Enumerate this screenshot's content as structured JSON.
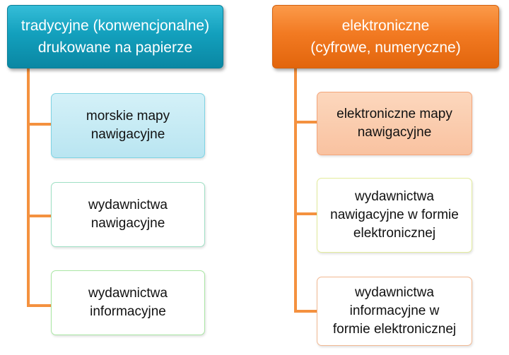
{
  "diagram": {
    "left_branch": {
      "header": {
        "line1": "tradycyjne (konwencjonalne)",
        "line2": "drukowane na papierze",
        "color": "#13a0bd"
      },
      "children": [
        {
          "line1": "morskie mapy",
          "line2": "nawigacyjne"
        },
        {
          "line1": "wydawnictwa",
          "line2": "nawigacyjne"
        },
        {
          "line1": "wydawnictwa",
          "line2": "informacyjne"
        }
      ]
    },
    "right_branch": {
      "header": {
        "line1": "elektroniczne",
        "line2": "(cyfrowe, numeryczne)",
        "color": "#f27a22"
      },
      "children": [
        {
          "line1": "elektroniczne mapy",
          "line2": "nawigacyjne"
        },
        {
          "line1": "wydawnictwa",
          "line2": "nawigacyjne w formie",
          "line3": "elektronicznej"
        },
        {
          "line1": "wydawnictwa",
          "line2": "informacyjne w",
          "line3": "formie elektronicznej"
        }
      ]
    },
    "connector_color": "#f4913f"
  }
}
